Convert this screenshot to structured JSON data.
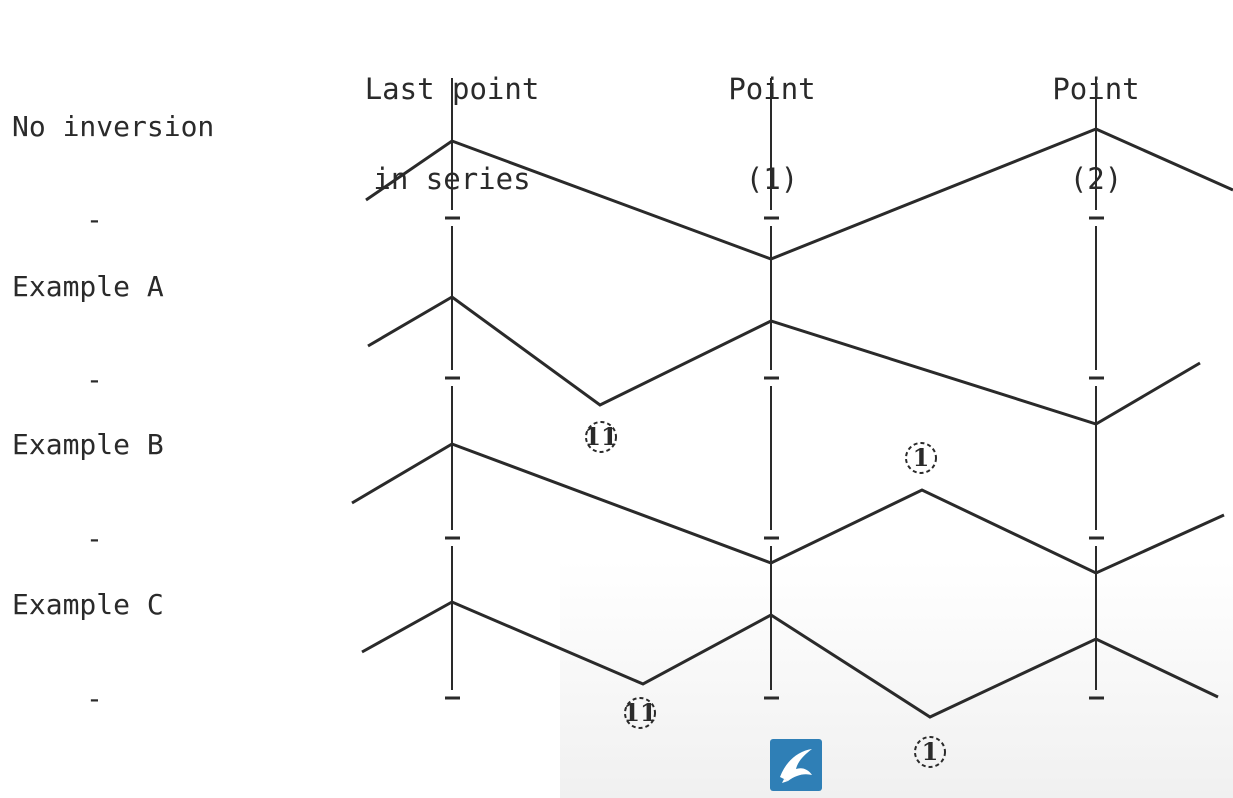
{
  "columns": [
    {
      "line1": "Last point",
      "line2": "in series"
    },
    {
      "line1": "Point",
      "line2": "(1)"
    },
    {
      "line1": "Point",
      "line2": "(2)"
    }
  ],
  "rows": [
    {
      "label": "No inversion",
      "dash": "-"
    },
    {
      "label": "Example A",
      "dash": "-"
    },
    {
      "label": "Example B",
      "dash": "-"
    },
    {
      "label": "Example C",
      "dash": "-"
    }
  ],
  "markers": {
    "example_a": "11",
    "example_b": "1",
    "example_c_first": "11",
    "example_c_second": "1"
  },
  "colors": {
    "line": "#2a2a2a",
    "logo": "#2f7fb6"
  },
  "icons": {
    "logo": "bird-logo-icon"
  }
}
